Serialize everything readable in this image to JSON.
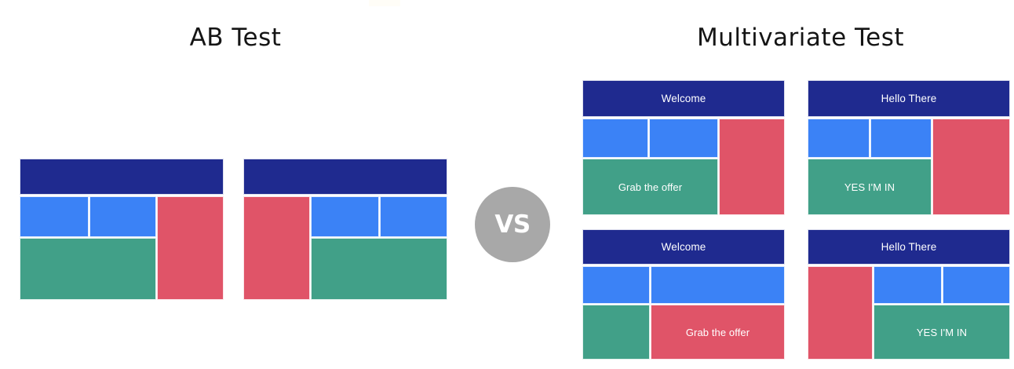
{
  "sections": [
    {
      "id": "ab",
      "title": "AB Test"
    },
    {
      "id": "mv",
      "title": "Multivariate Test"
    }
  ],
  "vs_badge": {
    "label": "VS",
    "circle_color": "#a8a8a8",
    "text_color": "#ffffff"
  },
  "palette": {
    "navy": "#1f2a8f",
    "blue": "#3b82f6",
    "teal": "#41a088",
    "red": "#e05468",
    "background": "#ffffff",
    "title_text": "#151515"
  },
  "ab_test": {
    "variants": [
      {
        "name": "variant-a",
        "blocks": [
          {
            "color": "navy",
            "label": ""
          },
          {
            "color": "blue",
            "label": ""
          },
          {
            "color": "blue",
            "label": ""
          },
          {
            "color": "red",
            "label": ""
          },
          {
            "color": "teal",
            "label": ""
          }
        ]
      },
      {
        "name": "variant-b",
        "blocks": [
          {
            "color": "navy",
            "label": ""
          },
          {
            "color": "red",
            "label": ""
          },
          {
            "color": "blue",
            "label": ""
          },
          {
            "color": "blue",
            "label": ""
          },
          {
            "color": "teal",
            "label": ""
          }
        ]
      }
    ]
  },
  "multivariate_test": {
    "variants": [
      {
        "name": "variant-1",
        "blocks": [
          {
            "color": "navy",
            "label": "Welcome"
          },
          {
            "color": "blue",
            "label": ""
          },
          {
            "color": "blue",
            "label": ""
          },
          {
            "color": "red",
            "label": ""
          },
          {
            "color": "teal",
            "label": "Grab the offer"
          }
        ]
      },
      {
        "name": "variant-2",
        "blocks": [
          {
            "color": "navy",
            "label": "Hello There"
          },
          {
            "color": "blue",
            "label": ""
          },
          {
            "color": "blue",
            "label": ""
          },
          {
            "color": "red",
            "label": ""
          },
          {
            "color": "teal",
            "label": "YES I'M IN"
          }
        ]
      },
      {
        "name": "variant-3",
        "blocks": [
          {
            "color": "navy",
            "label": "Welcome"
          },
          {
            "color": "blue",
            "label": ""
          },
          {
            "color": "blue",
            "label": ""
          },
          {
            "color": "teal",
            "label": ""
          },
          {
            "color": "red",
            "label": "Grab the offer"
          }
        ]
      },
      {
        "name": "variant-4",
        "blocks": [
          {
            "color": "navy",
            "label": "Hello There"
          },
          {
            "color": "red",
            "label": ""
          },
          {
            "color": "blue",
            "label": ""
          },
          {
            "color": "blue",
            "label": ""
          },
          {
            "color": "teal",
            "label": "YES I'M IN"
          }
        ]
      }
    ]
  }
}
